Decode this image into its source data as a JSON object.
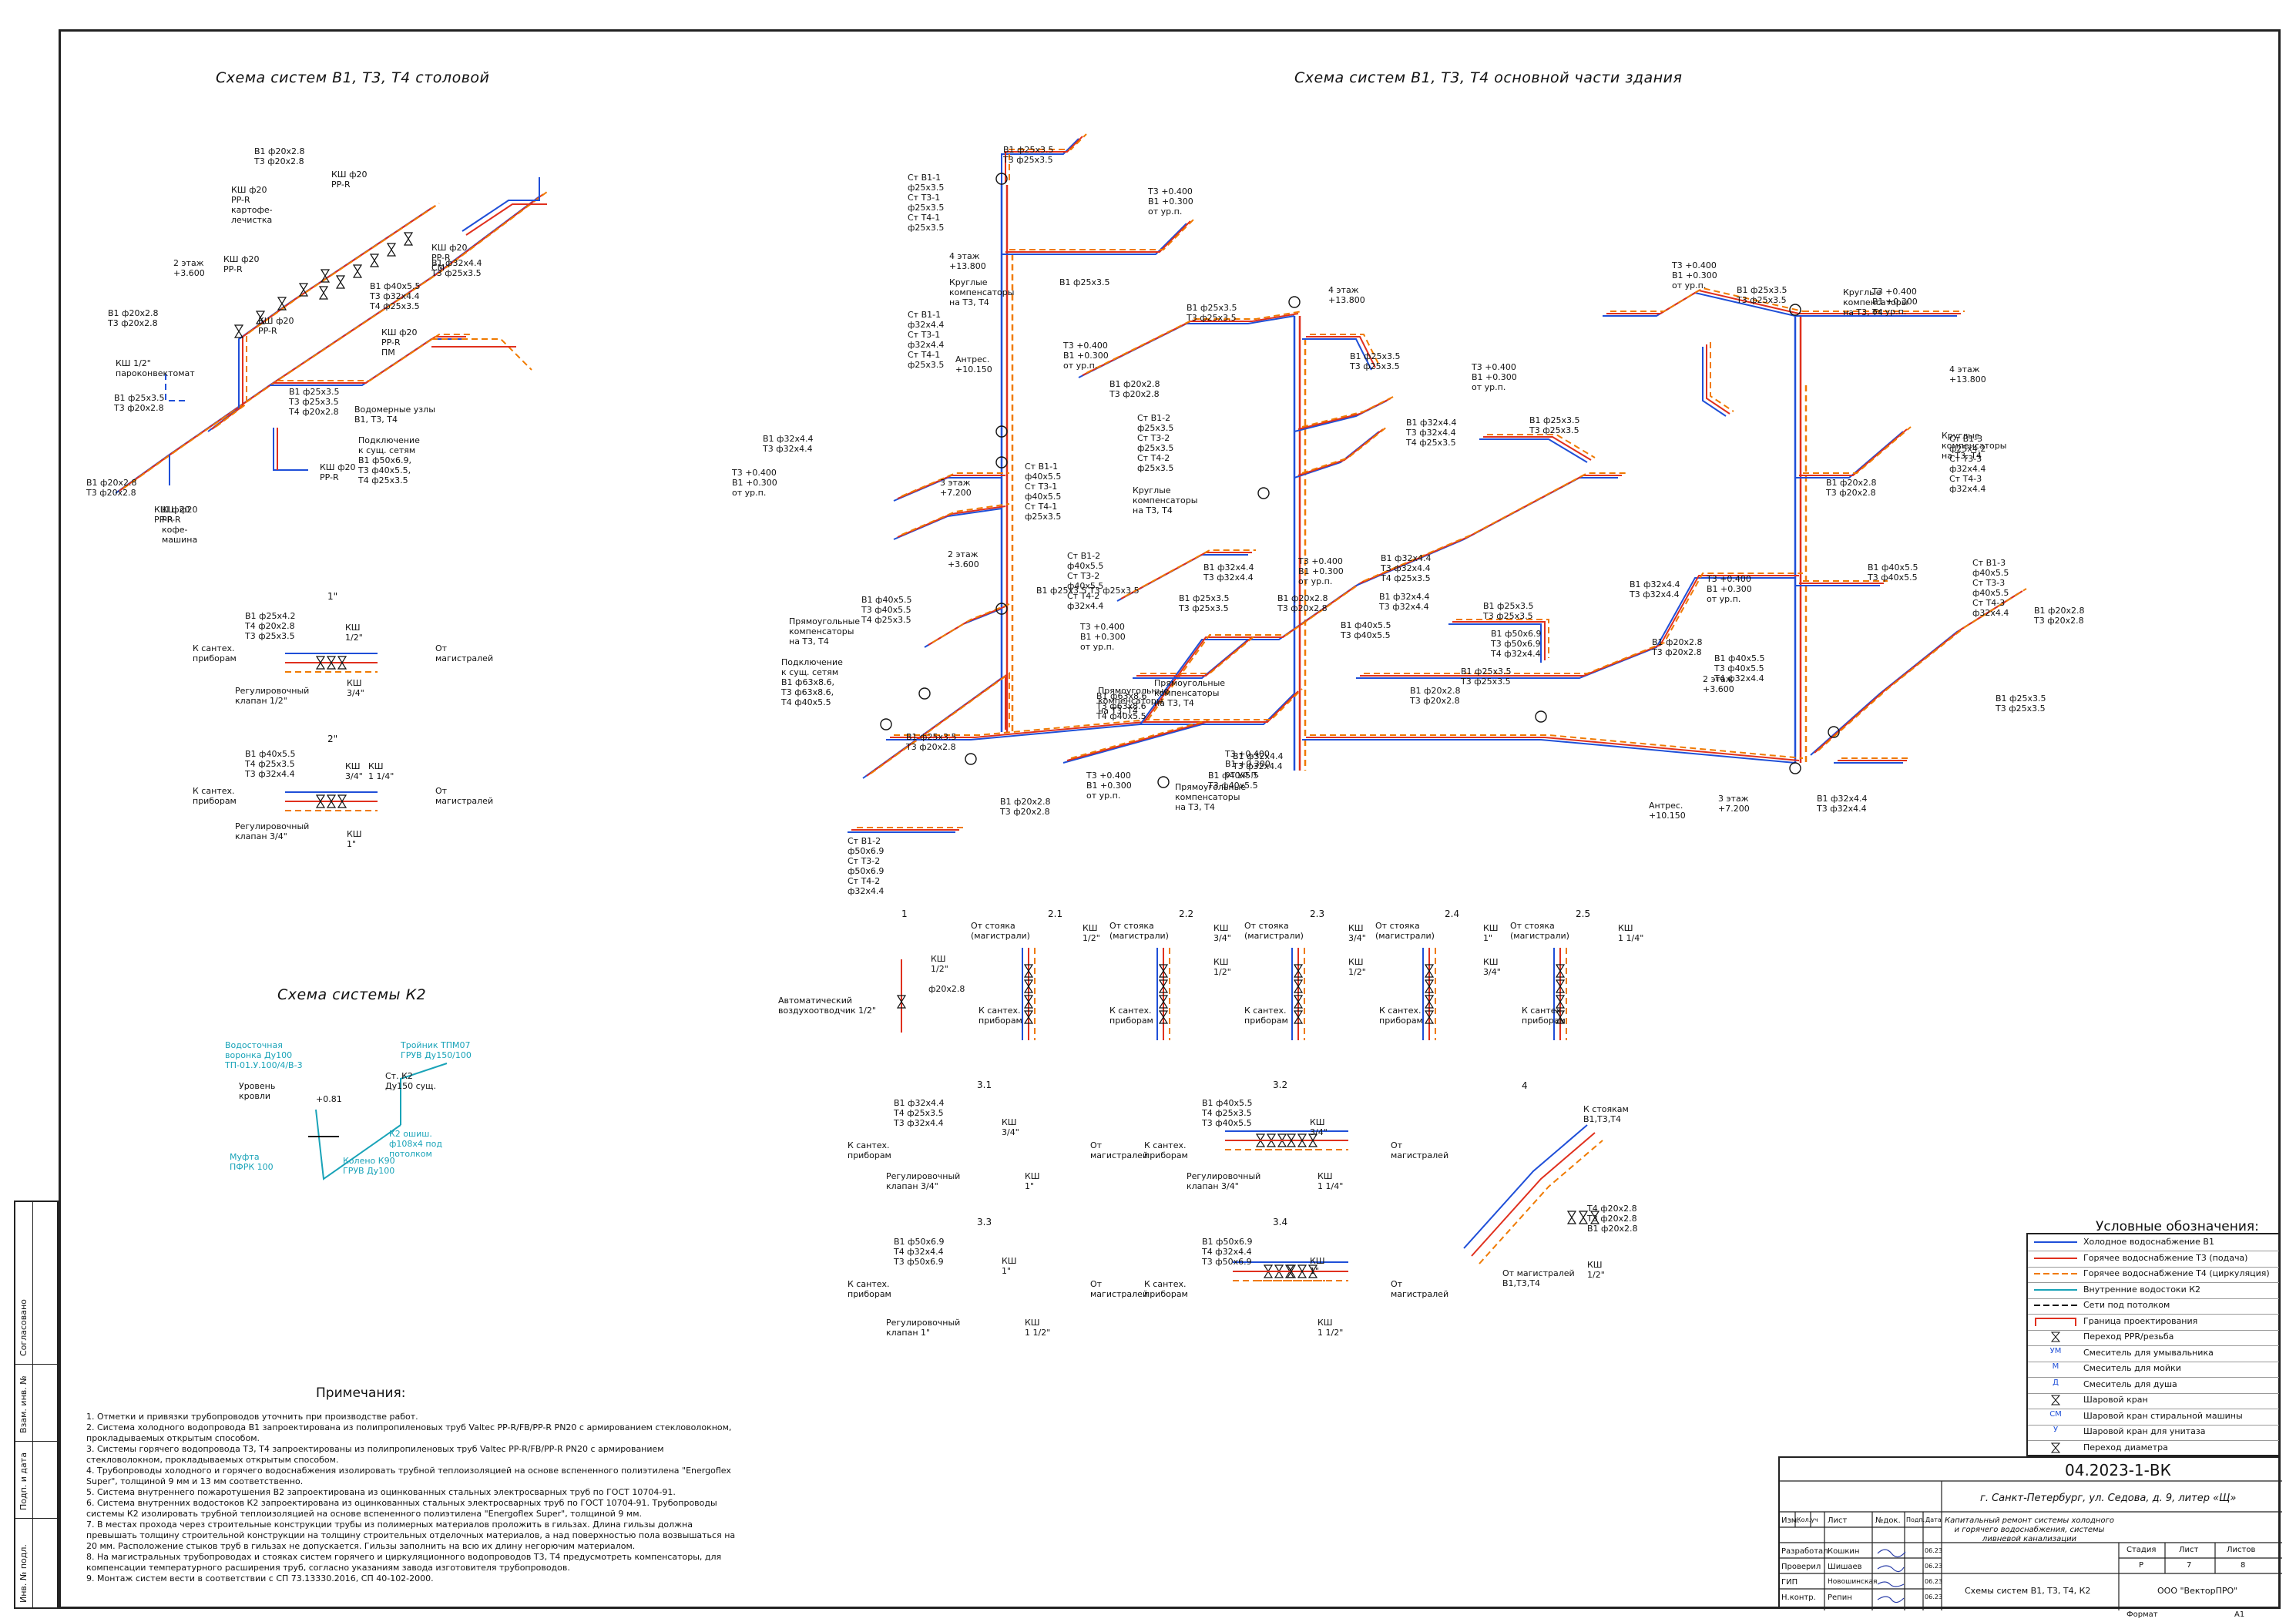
{
  "titles": {
    "canteen": "Схема систем В1, Т3, Т4 столовой",
    "main": "Схема систем В1, Т3, Т4 основной части здания",
    "k2": "Схема системы К2"
  },
  "canteen_labels": [
    "В1 ф20х2.8\nТ3 ф20х2.8",
    "КШ ф20\nPP-R",
    "КШ ф20\nPP-R\nкартофе-\nлечистка",
    "2 этаж\n+3.600",
    "КШ ф20\nPP-R",
    "КШ ф20\nPP-R",
    "В1 ф32х4.4\nТ3 ф25х3.5",
    "В1 ф40х5.5\nТ3 ф32х4.4\nТ4 ф25х3.5",
    "КШ ф20\nPP-R\nСМ",
    "КШ ф20\nPP-R\nПМ",
    "В1 ф20х2.8\nТ3 ф20х2.8",
    "КШ 1/2\"\nпароконвектомат",
    "В1 ф25х3.5\nТ3 ф20х2.8",
    "В1 ф25х3.5\nТ3 ф25х3.5\nТ4 ф20х2.8",
    "КШ ф20\nPP-R",
    "Водомерные узлы\nВ1, Т3, Т4",
    "Подключение\nк сущ. сетям\nВ1 ф50х6.9,\nТ3 ф40х5.5,\nТ4 ф25х3.5",
    "КШ ф20\nPP-R",
    "В1 ф20х2.8\nТ3 ф20х2.8",
    "КШ ф20\nPP-R\nкофе-\nмашина"
  ],
  "main_labels": [
    "Ст В1-1\nф25х3.5\nСт Т3-1\nф25х3.5\nСт Т4-1\nф25х3.5",
    "В1 ф25х3.5\nТ3 ф25х3.5",
    "Т3 +0.400\nВ1 +0.300\nот ур.п.",
    "4 этаж\n+13.800",
    "Круглые\nкомпенсаторы\nна Т3, Т4",
    "В1 ф25х3.5",
    "Ст В1-1\nф32х4.4\nСт Т3-1\nф32х4.4\nСт Т4-1\nф25х3.5",
    "Антрес.\n+10.150",
    "Т3 +0.400\nВ1 +0.300\nот ур.п.",
    "В1 ф20х2.8\nТ3 ф20х2.8",
    "В1 ф25х3.5\nТ3 ф25х3.5",
    "4 этаж\n+13.800",
    "В1 ф32х4.4\nТ3 ф32х4.4",
    "Т3 +0.400\nВ1 +0.300\nот ур.п.",
    "3 этаж\n+7.200",
    "Ст В1-1\nф40х5.5\nСт Т3-1\nф40х5.5\nСт Т4-1\nф25х3.5",
    "Ст В1-2\nф25х3.5\nСт Т3-2\nф25х3.5\nСт Т4-2\nф25х3.5",
    "Круглые\nкомпенсаторы\nна Т3, Т4",
    "Т3 +0.400\nВ1 +0.300\nот ур.п.",
    "В1 ф25х3.5\nТ3 ф25х3.5",
    "В1 ф32х4.4\nТ3 ф32х4.4\nТ4 ф25х3.5",
    "В1 ф25х3.5\nТ3 ф25х3.5",
    "Т3 +0.400\nВ1 +0.300\nот ур.п.",
    "2 этаж\n+3.600",
    "В1 ф40х5.5\nТ3 ф40х5.5\nТ4 ф25х3.5",
    "Прямоугольные\nкомпенсаторы\nна Т3, Т4",
    "Подключение\nк сущ. сетям\nВ1 ф63х8.6,\nТ3 ф63х8.6,\nТ4 ф40х5.5",
    "Ст В1-2\nф40х5.5\nСт Т3-2\nф40х5.5\nСт Т4-2\nф32х4.4",
    "В1 ф25х3.5 Т3 ф25х3.5",
    "Т3 +0.400\nВ1 +0.300\nот ур.п.",
    "В1 ф25х3.5\nТ3 ф25х3.5",
    "В1 ф20х2.8\nТ3 ф20х2.8",
    "В1 ф32х4.4\nТ3 ф32х4.4",
    "Прямоугольные\nкомпенсаторы\nна Т3, Т4",
    "В1 ф63х8.6\nТ3 ф63х8.6\nТ4 ф40х5.5",
    "Прямоугольные\nкомпенсаторы\nна Т3, Т4",
    "В1 ф25х3.5\nТ3 ф20х2.8",
    "Т3 +0.400\nВ1 +0.300\nот ур.п.",
    "В1 ф20х2.8\nТ3 ф20х2.8",
    "Ст В1-2\nф50х6.9\nСт Т3-2\nф50х6.9\nСт Т4-2\nф32х4.4",
    "Прямоугольные\nкомпенсаторы\nна Т3, Т4",
    "В1 ф40х5.5\nТ3 ф40х5.5",
    "В1 ф32х4.4\nТ3 ф32х4.4",
    "В1 ф20х2.8\nТ3 ф20х2.8",
    "В1 ф25х3.5\nТ3 ф25х3.5",
    "В1 ф50х6.9\nТ3 ф50х6.9\nТ4 ф32х4.4",
    "В1 ф40х5.5\nТ3 ф40х5.5",
    "В1 ф32х4.4\nТ3 ф32х4.4",
    "Т3 +0.400\nВ1 +0.300\nот ур.п.",
    "В1 ф32х4.4\nТ3 ф32х4.4\nТ4 ф25х3.5",
    "В1 ф25х3.5\nТ3 ф25х3.5",
    "В1 ф32х4.4\nТ3 ф32х4.4",
    "В1 ф20х2.8\nТ3 ф20х2.8",
    "Т3 +0.400\nВ1 +0.300\nот ур.п.",
    "В1 ф25х3.5\nТ3 ф25х3.5",
    "Круглые\nкомпенсаторы\nна Т3, Т4",
    "Т3 +0.400\nВ1 +0.300\nот ур.п.",
    "4 этаж\n+13.800",
    "Ст В1-3\nф25х4.2\nСт Т3-3\nф32х4.4\nСт Т4-3\nф32х4.4",
    "Круглые\nкомпенсаторы\nна Т3, Т4",
    "В1 ф20х2.8\nТ3 ф20х2.8",
    "В1 ф40х5.5\nТ3 ф40х5.5",
    "Т3 +0.400\nВ1 +0.300\nот ур.п.",
    "Ст В1-3\nф40х5.5\nСт Т3-3\nф40х5.5\nСт Т4-3\nф32х4.4",
    "В1 ф20х2.8\nТ3 ф20х2.8",
    "В1 ф40х5.5\nТ3 ф40х5.5\nТ4 ф32х4.4",
    "В1 ф25х3.5\nТ3 ф25х3.5",
    "В1 ф32х4.4\nТ3 ф32х4.4",
    "3 этаж\n+7.200",
    "2 этаж\n+3.600",
    "Антрес.\n+10.150"
  ],
  "nodes": [
    {
      "title": "1\"",
      "labels": [
        "В1 ф25х4.2\nТ4 ф20х2.8\nТ3 ф25х3.5",
        "КШ\n1/2\"",
        "К сантех.\nприборам",
        "От\nмагистралей",
        "Регулировочный\nклапан 1/2\"",
        "КШ\n3/4\""
      ]
    },
    {
      "title": "2\"",
      "labels": [
        "В1 ф40х5.5\nТ4 ф25х3.5\nТ3 ф32х4.4",
        "КШ\n3/4\"",
        "КШ\n1 1/4\"",
        "К сантех.\nприборам",
        "От\nмагистралей",
        "Регулировочный\nклапан 3/4\"",
        "КШ\n1\""
      ]
    },
    {
      "title": "1",
      "labels": [
        "КШ\n1/2\"",
        "ф20х2.8",
        "Автоматический\nвоздухоотводчик 1/2\""
      ]
    },
    {
      "title": "2.1",
      "labels": [
        "От стояка\n(магистрали)",
        "КШ\n1/2\"",
        "К сантех.\nприборам"
      ]
    },
    {
      "title": "2.2",
      "labels": [
        "От стояка\n(магистрали)",
        "КШ\n3/4\"",
        "КШ\n1/2\"",
        "К сантех.\nприборам"
      ]
    },
    {
      "title": "2.3",
      "labels": [
        "От стояка\n(магистрали)",
        "КШ\n3/4\"",
        "КШ\n1/2\"",
        "К сантех.\nприборам"
      ]
    },
    {
      "title": "2.4",
      "labels": [
        "От стояка\n(магистрали)",
        "КШ\n1\"",
        "КШ\n3/4\"",
        "К сантех.\nприборам"
      ]
    },
    {
      "title": "2.5",
      "labels": [
        "От стояка\n(магистрали)",
        "КШ\n1 1/4\"",
        "К сантех.\nприборам"
      ]
    },
    {
      "title": "3.1",
      "labels": [
        "В1 ф32х4.4\nТ4 ф25х3.5\nТ3 ф32х4.4",
        "КШ\n3/4\"",
        "К сантех.\nприборам",
        "От\nмагистралей",
        "Регулировочный\nклапан 3/4\"",
        "КШ\n1\""
      ]
    },
    {
      "title": "3.2",
      "labels": [
        "В1 ф40х5.5\nТ4 ф25х3.5\nТ3 ф40х5.5",
        "КШ\n3/4\"",
        "К сантех.\nприборам",
        "От\nмагистралей",
        "Регулировочный\nклапан 3/4\"",
        "КШ\n1 1/4\""
      ]
    },
    {
      "title": "3.3",
      "labels": [
        "В1 ф50х6.9\nТ4 ф32х4.4\nТ3 ф50х6.9",
        "КШ\n1\"",
        "К сантех.\nприборам",
        "От\nмагистралей",
        "Регулировочный\nклапан 1\"",
        "КШ\n1 1/2\""
      ]
    },
    {
      "title": "3.4",
      "labels": [
        "В1 ф50х6.9\nТ4 ф32х4.4\nТ3 ф50х6.9",
        "КШ\n1\"",
        "К сантех.\nприборам",
        "От\nмагистралей",
        "КШ\n1 1/2\""
      ]
    },
    {
      "title": "4",
      "labels": [
        "К стоякам\nВ1,Т3,Т4",
        "Т4 ф20х2.8\nТ3 ф20х2.8\nВ1 ф20х2.8",
        "КШ\n1/2\"",
        "От магистралей\nВ1,Т3,Т4"
      ]
    }
  ],
  "k2_labels": [
    "Водосточная\nворонка Ду100\nТП-01.У.100/4/В-3",
    "Тройник ТПМ07\nГРУВ Ду150/100",
    "Ст. К2\nДу150 сущ.",
    "Уровень\nкровли",
    "К2 ошиш.\nф108х4 под\nпотолком",
    "Муфта\nПФРК 100",
    "Колено К90\nГРУВ Ду100",
    "+0.81"
  ],
  "legend": {
    "title": "Условные обозначения:",
    "items": [
      "Холодное водоснабжение В1",
      "Горячее водоснабжение Т3 (подача)",
      "Горячее водоснабжение Т4 (циркуляция)",
      "Внутренние водостоки К2",
      "Сети под потолком",
      "Граница проектирования",
      "Переход PPR/резьба",
      "Смеситель для умывальника",
      "Смеситель для мойки",
      "Смеситель для душа",
      "Шаровой кран",
      "Шаровой кран стиральной машины",
      "Шаровой кран для унитаза",
      "Переход диаметра"
    ],
    "symbols": [
      "",
      "",
      "",
      "",
      "",
      "",
      "",
      "УМ",
      "М",
      "Д",
      "",
      "СМ",
      "У",
      ""
    ]
  },
  "notes": {
    "title": "Примечания:",
    "items": [
      "1. Отметки и привязки трубопроводов уточнить при производстве работ.",
      "2. Система холодного водопровода В1 запроектирована из полипропиленовых труб Valtec PP-R/FB/PP-R PN20 с армированием стекловолокном, прокладываемых открытым способом.",
      "3. Системы горячего водопровода Т3, Т4 запроектированы из полипропиленовых труб Valtec PP-R/FB/PP-R PN20 с армированием стекловолокном, прокладываемых открытым способом.",
      "4. Трубопроводы холодного и горячего водоснабжения изолировать трубной теплоизоляцией на основе вспененного полиэтилена \"Energoflex Super\", толщиной 9 мм и 13 мм соответственно.",
      "5. Система внутреннего пожаротушения В2 запроектирована из оцинкованных стальных электросварных труб по ГОСТ 10704-91.",
      "6. Система внутренних водостоков К2 запроектирована из оцинкованных стальных электросварных труб по ГОСТ 10704-91. Трубопроводы системы К2 изолировать трубной теплоизоляцией на основе вспененного полиэтилена \"Energoflex Super\", толщиной 9 мм.",
      "7. В местах прохода через строительные конструкции трубы из полимерных материалов проложить в гильзах. Длина гильзы должна превышать толщину строительной конструкции на толщину строительных отделочных материалов, а над поверхностью пола возвышаться на 20 мм. Расположение стыков труб в гильзах не допускается. Гильзы заполнить на всю их длину негорючим материалом.",
      "8. На магистральных трубопроводах и стояках систем горячего и циркуляционного водопроводов Т3, Т4 предусмотреть компенсаторы, для компенсации температурного расширения труб, согласно указаниям завода изготовителя трубопроводов.",
      "9. Монтаж систем вести в соответствии с СП 73.13330.2016, СП 40-102-2000."
    ]
  },
  "stamp": {
    "code": "04.2023-1-ВК",
    "address": "г. Санкт-Петербург, ул. Седова, д. 9, литер «Щ»",
    "header": [
      "Изм.",
      "Кол.уч",
      "Лист",
      "№док.",
      "Подп.",
      "Дата"
    ],
    "roles": [
      {
        "role": "Разработал",
        "name": "Кошкин",
        "date": "06.23"
      },
      {
        "role": "Проверил",
        "name": "Шишаев",
        "date": "06.23"
      },
      {
        "role": "ГИП",
        "name": "Новошинская",
        "date": "06.23"
      },
      {
        "role": "Н.контр.",
        "name": "Репин",
        "date": "06.23"
      }
    ],
    "object": "Капитальный ремонт системы холодного и горячего водоснабжения, системы ливневой канализации",
    "sheet_title": "Схемы систем В1, Т3, Т4, К2",
    "col_stage": "Стадия",
    "col_sheet": "Лист",
    "col_sheets": "Листов",
    "stage": "Р",
    "sheet": "7",
    "sheets": "8",
    "company": "ООО \"ВекторПРО\"",
    "format_label": "Формат",
    "format": "А1"
  },
  "side_stamp": [
    "Согласовано",
    "Взам. инв. №",
    "Подп. и дата",
    "Инв. № подл."
  ],
  "colors": {
    "b1": "#1f4fd8",
    "t3": "#e0301e",
    "t4": "#f07a00",
    "k2": "#19a3b8",
    "line": "#111111"
  }
}
